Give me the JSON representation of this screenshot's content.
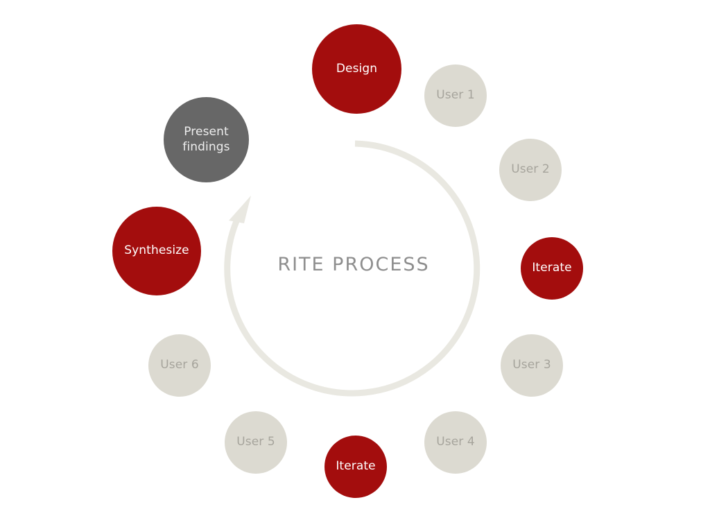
{
  "diagram": {
    "title": "RITE PROCESS",
    "nodes": [
      {
        "label": "Design",
        "kind": "red"
      },
      {
        "label": "User 1",
        "kind": "gray"
      },
      {
        "label": "User 2",
        "kind": "gray"
      },
      {
        "label": "Iterate",
        "kind": "red"
      },
      {
        "label": "User 3",
        "kind": "gray"
      },
      {
        "label": "User 4",
        "kind": "gray"
      },
      {
        "label": "Iterate",
        "kind": "red"
      },
      {
        "label": "User 5",
        "kind": "gray"
      },
      {
        "label": "User 6",
        "kind": "gray"
      },
      {
        "label": "Synthesize",
        "kind": "red"
      },
      {
        "label": "Present\nfindings",
        "kind": "dark"
      }
    ],
    "colors": {
      "accent": "#a30d0d",
      "neutral": "#dcdad1",
      "neutral_text": "#a6a49c",
      "dark": "#676767",
      "arrow": "#e9e8e1"
    }
  }
}
